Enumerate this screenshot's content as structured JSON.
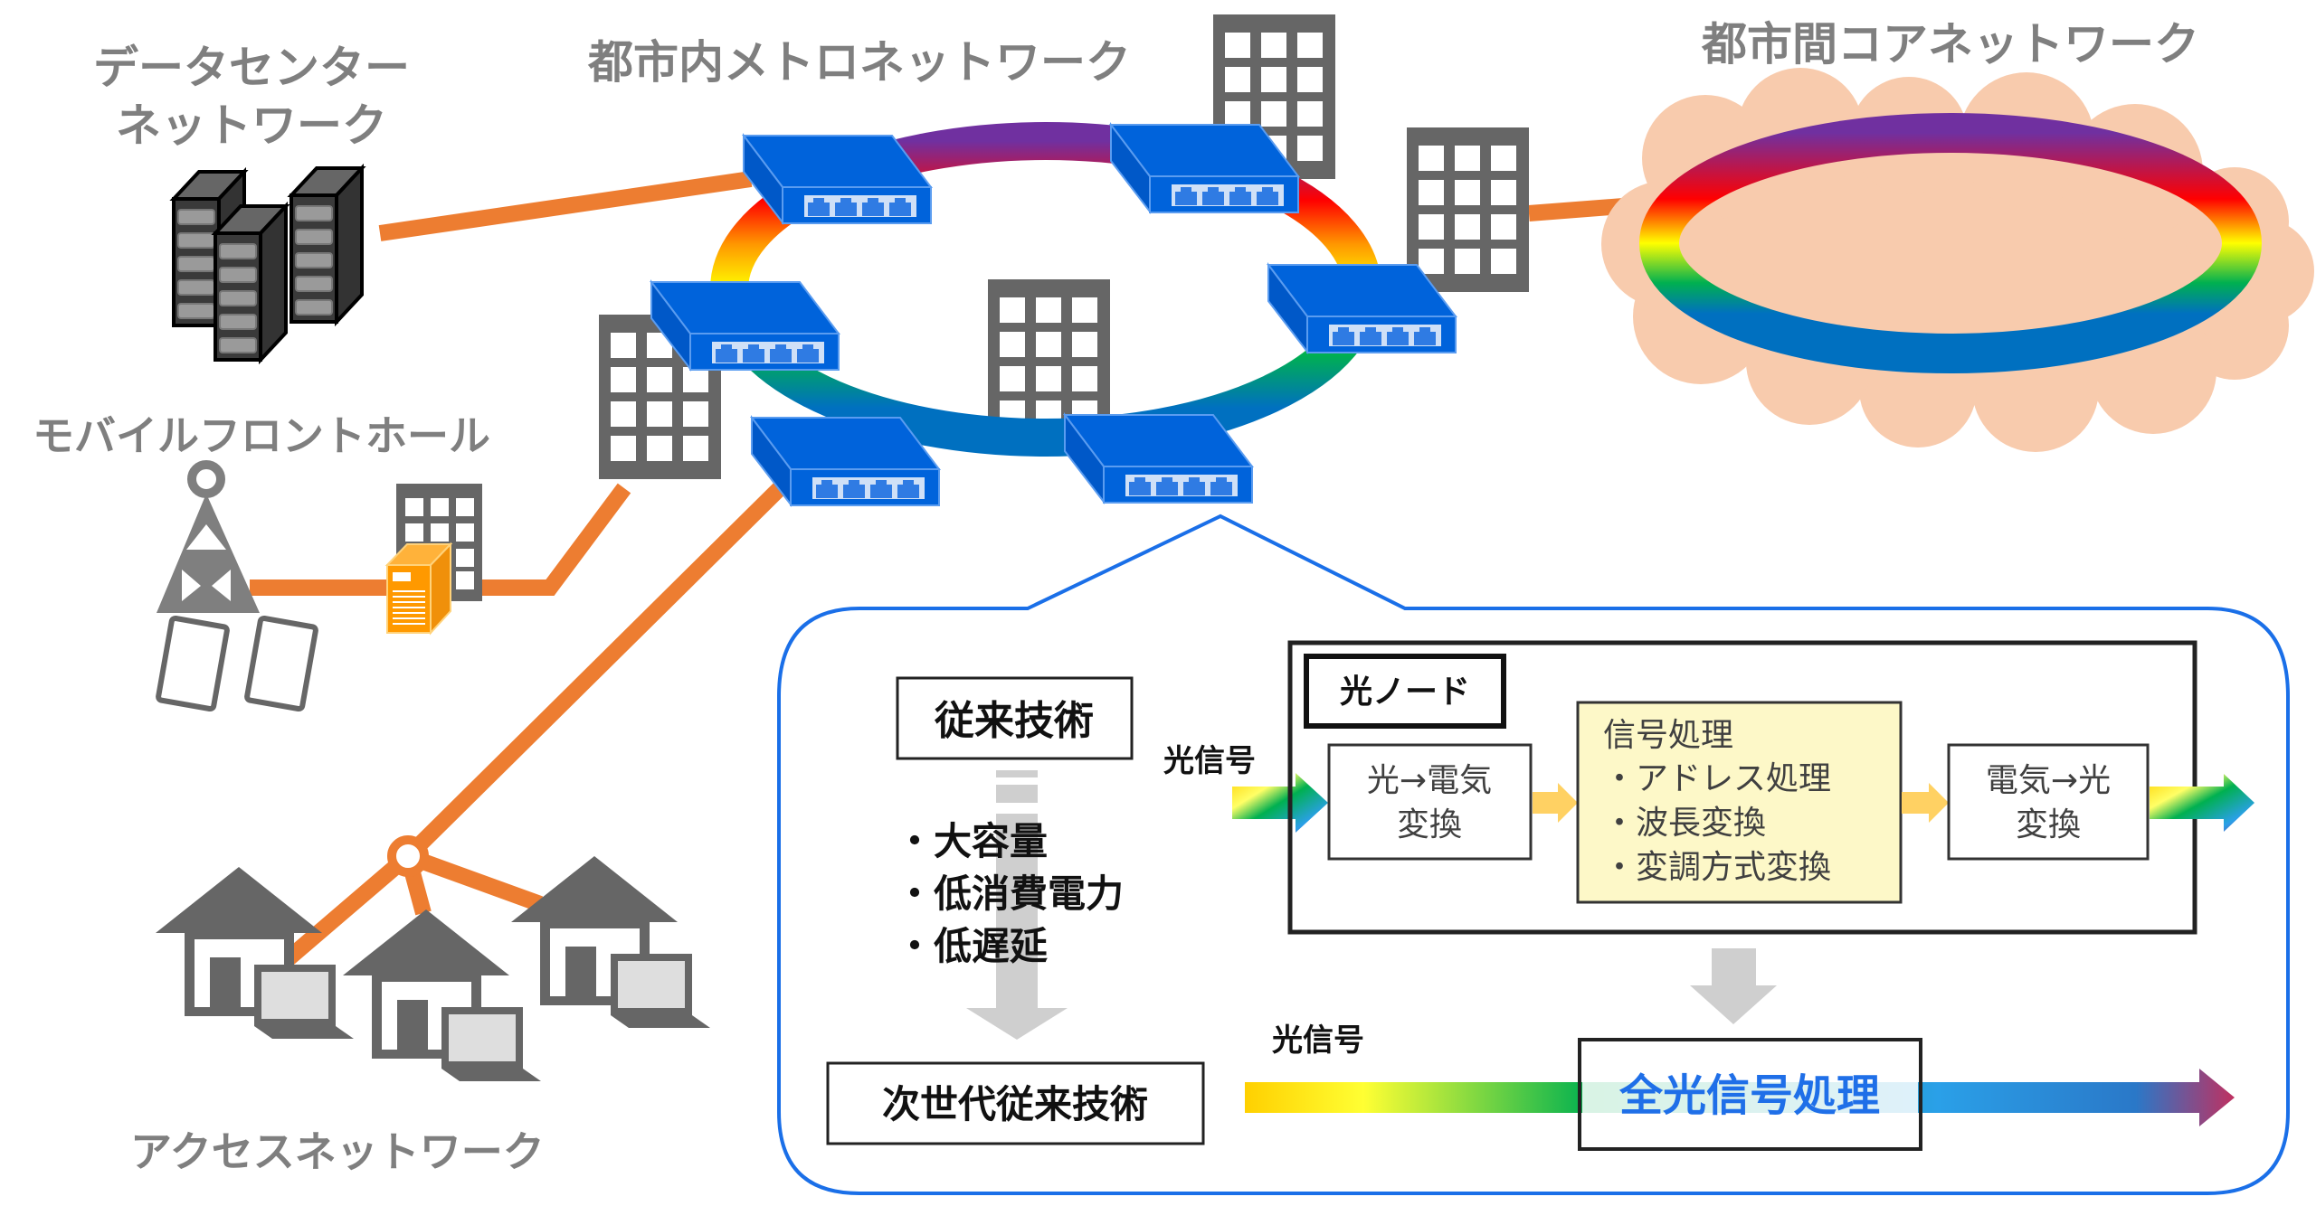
{
  "colors": {
    "fiber_link": "#ed7d31",
    "switch_blue": "#0066dd",
    "building_gray": "#666666",
    "label_gray": "#7f7f7f",
    "cloud_peach": "#f8cbad",
    "callout_blue": "#1a6fe8",
    "signal_box_fill": "#fdf8c8",
    "all_optical_text": "#1f6fe8",
    "arrow_gray": "#cfcfcf",
    "small_arrow_yellow": "#ffd163",
    "server_orange": "#ff9900"
  },
  "network": {
    "datacenter_label_line1": "データセンター",
    "datacenter_label_line2": "ネットワーク",
    "metro_label": "都市内メトロネットワーク",
    "core_label": "都市間コアネットワーク",
    "mobile_label": "モバイルフロントホール",
    "access_label": "アクセスネットワーク",
    "icons": {
      "servers": "server-rack-icon",
      "switch": "network-switch-icon",
      "building": "office-building-icon",
      "tower": "cell-tower-icon",
      "tablet": "tablet-icon",
      "edge_server": "edge-server-icon",
      "house": "house-icon",
      "laptop": "laptop-icon",
      "cloud": "cloud-icon",
      "splitter": "splitter-node-icon"
    }
  },
  "callout": {
    "conventional_title": "従来技術",
    "conventional_bullets": [
      "・大容量",
      "・低消費電力",
      "・低遅延"
    ],
    "next_gen_title": "次世代従来技術",
    "optical_signal_label_top": "光信号",
    "optical_signal_label_bottom": "光信号",
    "optical_node": {
      "title": "光ノード",
      "oe_line1": "光→電気",
      "oe_line2": "変換",
      "processing_title": "信号処理",
      "processing_items": [
        "・アドレス処理",
        "・波長変換",
        "・変調方式変換"
      ],
      "eo_line1": "電気→光",
      "eo_line2": "変換"
    },
    "all_optical_label": "全光信号処理"
  }
}
